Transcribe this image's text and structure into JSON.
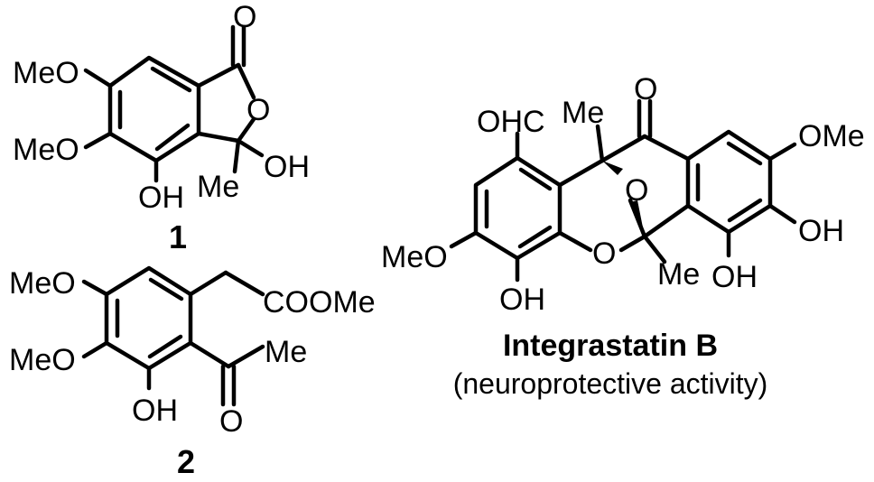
{
  "compound1": {
    "number": "1",
    "labels": {
      "carbonyl_o": "O",
      "ring_o": "O",
      "methoxy_top": "MeO",
      "methoxy_mid": "MeO",
      "hydroxyl_aryl": "OH",
      "methyl": "Me",
      "hydroxyl_c3": "OH"
    }
  },
  "compound2": {
    "number": "2",
    "labels": {
      "methoxy_top": "MeO",
      "methoxy_mid": "MeO",
      "hydroxyl": "OH",
      "ester": "COOMe",
      "methyl": "Me",
      "ketone_o": "O"
    }
  },
  "integrastatin": {
    "name": "Integrastatin B",
    "activity": "(neuroprotective activity)",
    "labels": {
      "aldehyde": "OHC",
      "methyl_top": "Me",
      "ketone_o": "O",
      "methoxy_right": "OMe",
      "bridge_o": "O",
      "ring_o": "O",
      "methoxy_left": "MeO",
      "hydroxyl_left": "OH",
      "methyl_bottom": "Me",
      "hydroxyl_right_low": "OH",
      "hydroxyl_right_mid": "OH"
    }
  }
}
